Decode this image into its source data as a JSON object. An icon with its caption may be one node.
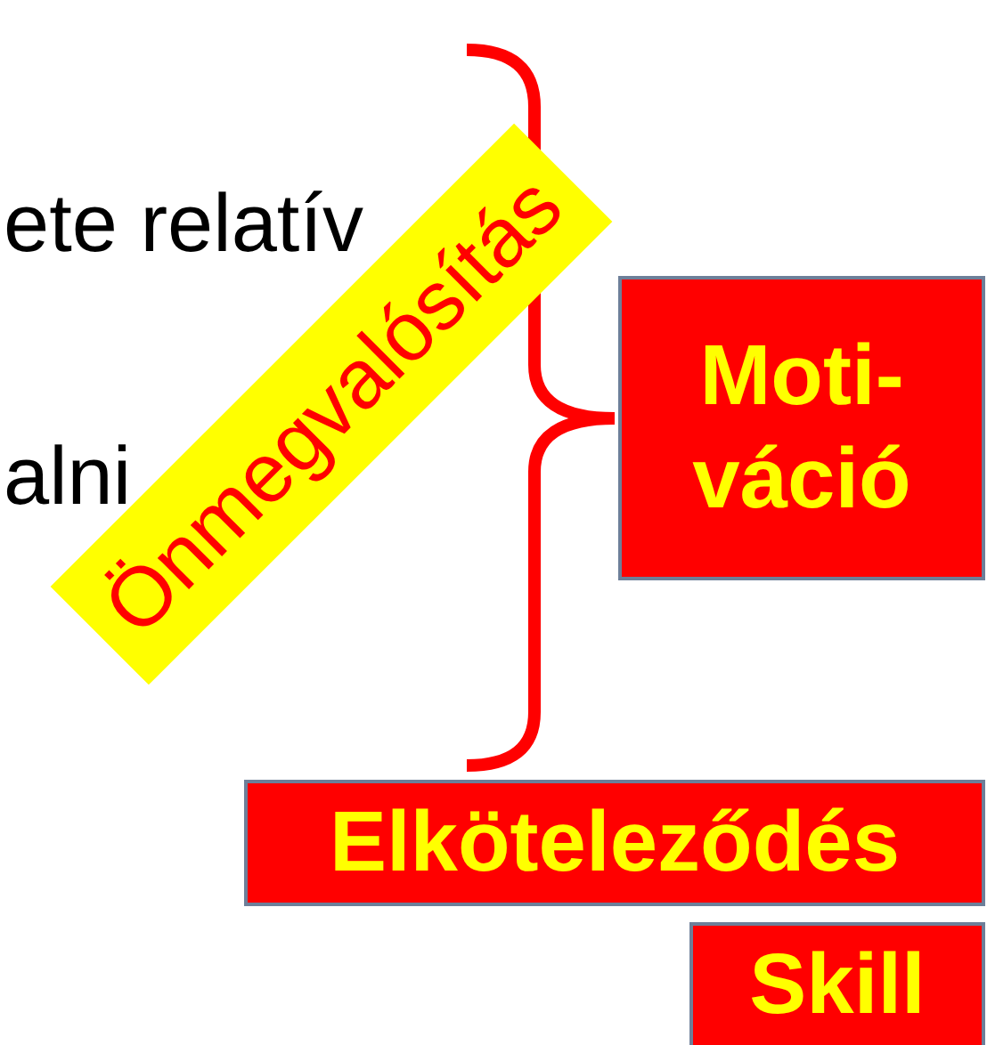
{
  "diagram": {
    "nodes": [
      {
        "text": [
          "Önmegvalósítás"
        ]
      },
      {
        "text": [
          "Moti- váció"
        ]
      },
      {
        "text": [
          "Elköteleződés"
        ]
      },
      {
        "text": [
          "Skill"
        ]
      }
    ],
    "labels": [
      "ete relatív",
      "alni"
    ]
  }
}
